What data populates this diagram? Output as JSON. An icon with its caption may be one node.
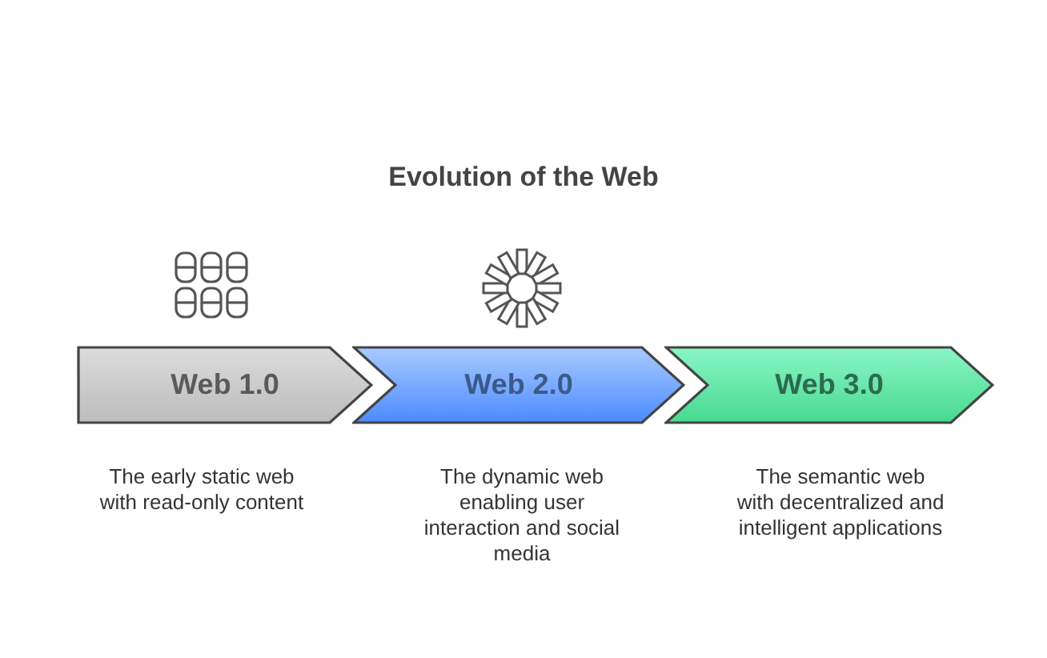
{
  "diagram": {
    "title": "Evolution of the Web",
    "nodes": [
      {
        "text": [
          "Web 1.0"
        ],
        "beside": [
          "The early static web with read-only content"
        ]
      },
      {
        "text": [
          "Web 2.0"
        ],
        "beside": [
          "The dynamic web enabling user interaction and social media"
        ]
      },
      {
        "text": [
          "Web 3.0"
        ],
        "beside": [
          "The semantic web with decentralized and intelligent applications"
        ]
      }
    ]
  }
}
